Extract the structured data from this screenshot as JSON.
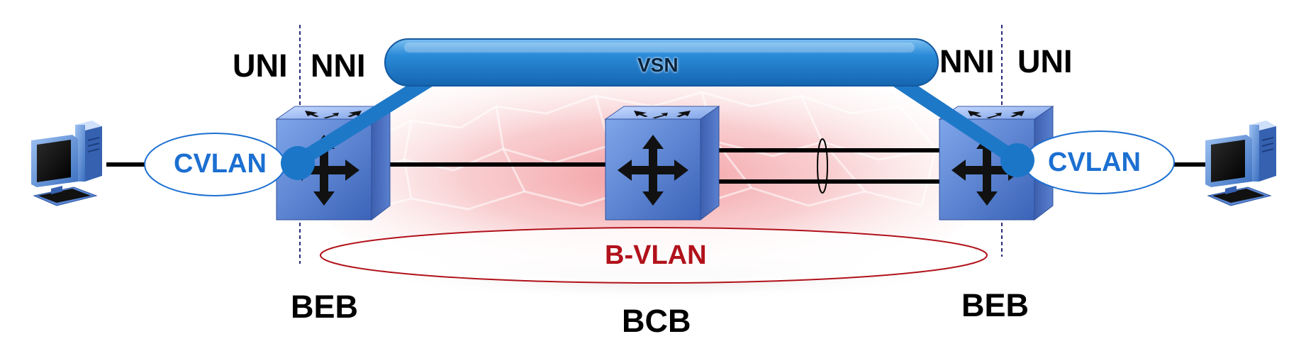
{
  "labels": {
    "uni_left": "UNI",
    "nni_left": "NNI",
    "nni_right": "NNI",
    "uni_right": "UNI",
    "vsn": "VSN",
    "cvlan_left": "CVLAN",
    "cvlan_right": "CVLAN",
    "bvlan": "B-VLAN",
    "beb_left": "BEB",
    "beb_right": "BEB",
    "bcb": "BCB"
  },
  "colors": {
    "vsn_blue": "#1f7fd0",
    "switch_blue": "#4f7fd0",
    "cvlan_text": "#1b6fd1",
    "bvlan_text": "#b1121b",
    "cloud_pink": "#f1a9ad",
    "uni_nni_divider": "#2a2a7a"
  },
  "icons": {
    "endpoint": "desktop-computer-icon",
    "switch": "network-switch-icon"
  }
}
